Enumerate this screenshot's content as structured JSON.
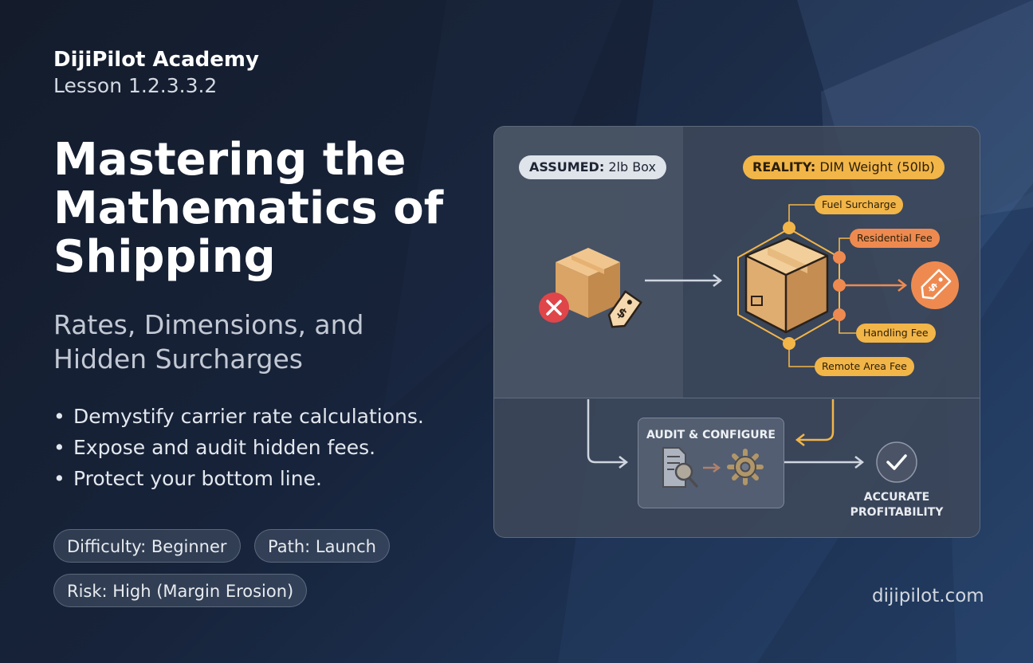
{
  "header": {
    "brand": "DijiPilot Academy",
    "lesson": "Lesson 1.2.3.3.2",
    "title": "Mastering the Mathematics of Shipping",
    "subtitle": "Rates, Dimensions, and Hidden Surcharges"
  },
  "bullets": [
    "Demystify carrier rate calculations.",
    "Expose and audit hidden fees.",
    "Protect your bottom line."
  ],
  "tags": {
    "difficulty": "Difficulty: Beginner",
    "path": "Path: Launch",
    "risk": "Risk: High (Margin Erosion)"
  },
  "footer": {
    "site": "dijipilot.com"
  },
  "diagram": {
    "assumed": {
      "label": "ASSUMED:",
      "value": "2lb Box"
    },
    "reality": {
      "label": "REALITY:",
      "value": "DIM Weight (50lb)"
    },
    "fees": {
      "fuel": "Fuel Surcharge",
      "residential": "Residential Fee",
      "handling": "Handling Fee",
      "remote": "Remote Area Fee"
    },
    "audit": "AUDIT & CONFIGURE",
    "result_line1": "ACCURATE",
    "result_line2": "PROFITABILITY"
  },
  "colors": {
    "accent_yellow": "#f2b548",
    "accent_orange": "#ee8a50",
    "error_red": "#e0454a",
    "background": "#17233a"
  },
  "icons": [
    "x-icon",
    "price-tag-icon",
    "box-icon",
    "document-icon",
    "magnifier-icon",
    "gear-icon",
    "checkmark-icon",
    "arrow-icon"
  ]
}
